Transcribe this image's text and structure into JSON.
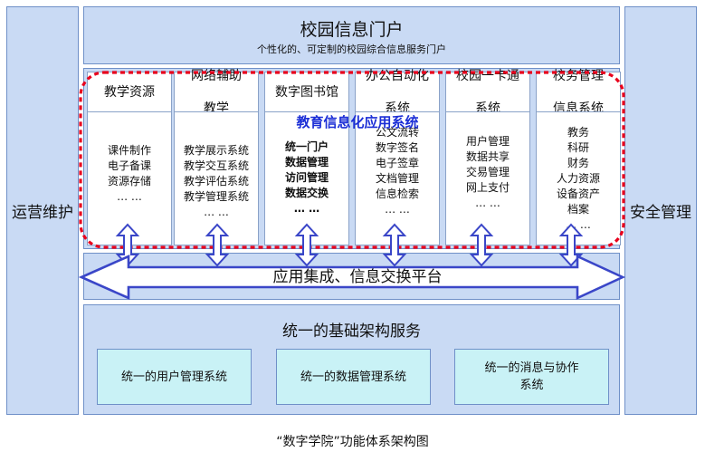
{
  "left_side": "运营维护",
  "right_side": "安全管理",
  "portal": {
    "title": "校园信息门户",
    "subtitle": "个性化的、可定制的校园综合信息服务门户"
  },
  "app_system_label": "教育信息化应用系统",
  "columns": [
    {
      "head": [
        "教学资源"
      ],
      "items": [
        "课件制作",
        "电子备课",
        "资源存储",
        "… …"
      ],
      "bold": false
    },
    {
      "head": [
        "网络辅助",
        "教学"
      ],
      "items": [
        "教学展示系统",
        "教学交互系统",
        "教学评估系统",
        "教学管理系统",
        "… …"
      ],
      "bold": false
    },
    {
      "head": [
        "数字图书馆"
      ],
      "items": [
        "统一门户",
        "数据管理",
        "访问管理",
        "数据交换",
        "… …"
      ],
      "bold": true
    },
    {
      "head": [
        "办公自动化",
        "系统"
      ],
      "items": [
        "公文流转",
        "数字签名",
        "电子签章",
        "文档管理",
        "信息检索",
        "… …"
      ],
      "bold": false
    },
    {
      "head": [
        "校园一卡通",
        "系统"
      ],
      "items": [
        "用户管理",
        "数据共享",
        "交易管理",
        "网上支付",
        "… …"
      ],
      "bold": false
    },
    {
      "head": [
        "校务管理",
        "信息系统"
      ],
      "items": [
        "教务",
        "科研",
        "财务",
        "人力资源",
        "设备资产",
        "档案",
        "… …"
      ],
      "bold": false
    }
  ],
  "platform": "应用集成、信息交换平台",
  "infrastructure": {
    "title": "统一的基础架构服务",
    "boxes": [
      [
        "统一的用户管理系统"
      ],
      [
        "统一的数据管理系统"
      ],
      [
        "统一的消息与协作",
        "系统"
      ]
    ]
  },
  "caption": "“数字学院”功能体系架构图",
  "colors": {
    "panel_fill": "#c9daf4",
    "panel_border": "#6f90c8",
    "sub_box_fill": "#c9f2f6",
    "highlight_dash": "#e8001c",
    "app_label": "#1c2fd6",
    "arrow_fill": "#ffffff",
    "arrow_stroke": "#3a46c8"
  }
}
